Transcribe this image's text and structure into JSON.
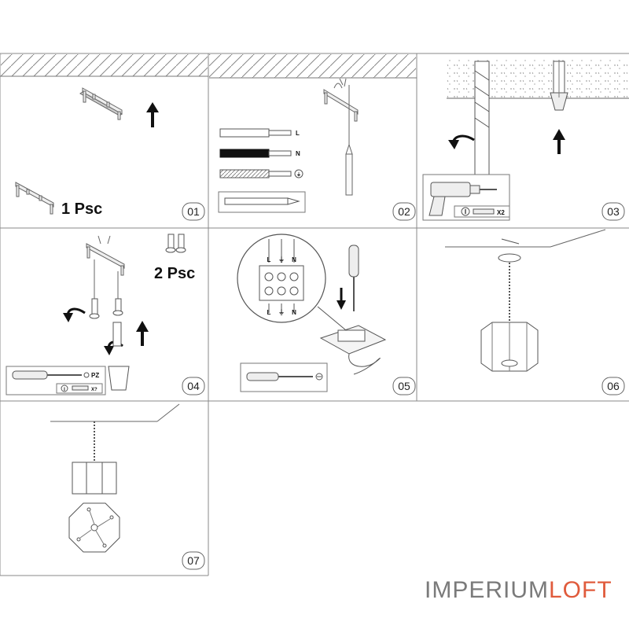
{
  "steps": [
    {
      "number": "01",
      "label": "1 Psc"
    },
    {
      "number": "02",
      "wires": [
        "L",
        "N",
        "⏚"
      ]
    },
    {
      "number": "03",
      "marker": "I",
      "count": "X2"
    },
    {
      "number": "04",
      "label": "2 Psc",
      "tool": "PZ",
      "marker": "I",
      "count": "X?"
    },
    {
      "number": "05",
      "terminals_top": [
        "L",
        "⏚",
        "N"
      ],
      "terminals_bottom": [
        "L",
        "⏚",
        "N"
      ]
    },
    {
      "number": "06"
    },
    {
      "number": "07"
    }
  ],
  "brand": {
    "part1": "IMPERIUM",
    "part2": "LOFT"
  },
  "colors": {
    "accent": "#e05b3c",
    "brand_gray": "#7a7a7a",
    "line": "#555555"
  }
}
